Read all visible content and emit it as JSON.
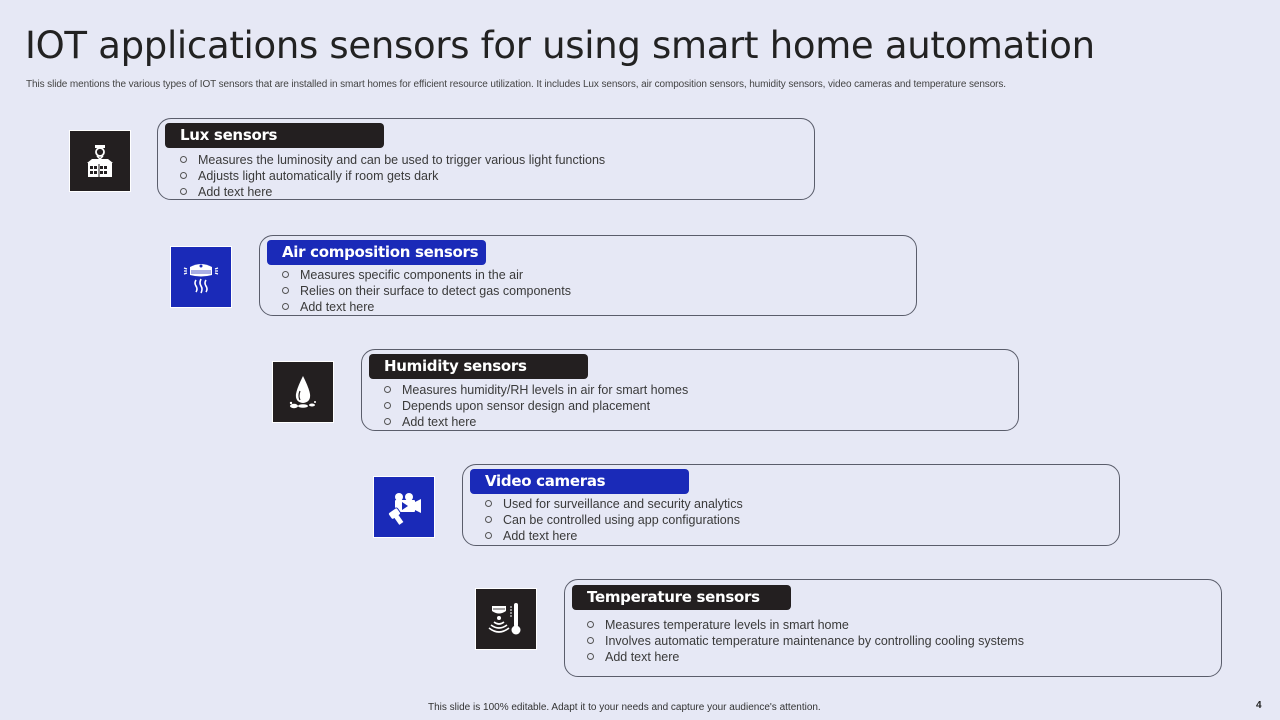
{
  "header": {
    "title": "IOT applications sensors for using smart home automation",
    "subtitle": "This slide mentions the various types of IOT sensors that are installed in smart homes for efficient resource utilization. It includes Lux sensors, air composition sensors, humidity sensors, video cameras and temperature sensors."
  },
  "colors": {
    "background": "#E6E8F5",
    "dark": "#231F20",
    "blue": "#1A2AB8",
    "border": "#5A5D6B"
  },
  "sensors": [
    {
      "title": "Lux sensors",
      "icon": "building-lamp-icon",
      "theme": "dark",
      "bullets": [
        "Measures the luminosity and can be used to trigger various  light functions",
        "Adjusts light automatically if room gets dark",
        "Add text here"
      ]
    },
    {
      "title": "Air composition sensors",
      "icon": "smoke-detector-icon",
      "theme": "blue",
      "bullets": [
        "Measures specific components in the air",
        "Relies on their surface to detect gas components",
        "Add text here"
      ]
    },
    {
      "title": "Humidity sensors",
      "icon": "water-drop-icon",
      "theme": "dark",
      "bullets": [
        "Measures humidity/RH levels in air for smart homes",
        "Depends upon sensor design and placement",
        "Add text here"
      ]
    },
    {
      "title": "Video cameras",
      "icon": "video-camera-icon",
      "theme": "blue",
      "bullets": [
        "Used for surveillance  and  security analytics",
        "Can be controlled using app configurations",
        "Add text here"
      ]
    },
    {
      "title": "Temperature sensors",
      "icon": "thermometer-sensor-icon",
      "theme": "dark",
      "bullets": [
        "Measures temperature levels in smart home",
        "Involves  automatic temperature  maintenance by controlling cooling systems",
        "Add text here"
      ]
    }
  ],
  "footer": {
    "note": "This slide is 100% editable. Adapt it to your needs and capture your audience's attention.",
    "page_number": "4"
  }
}
